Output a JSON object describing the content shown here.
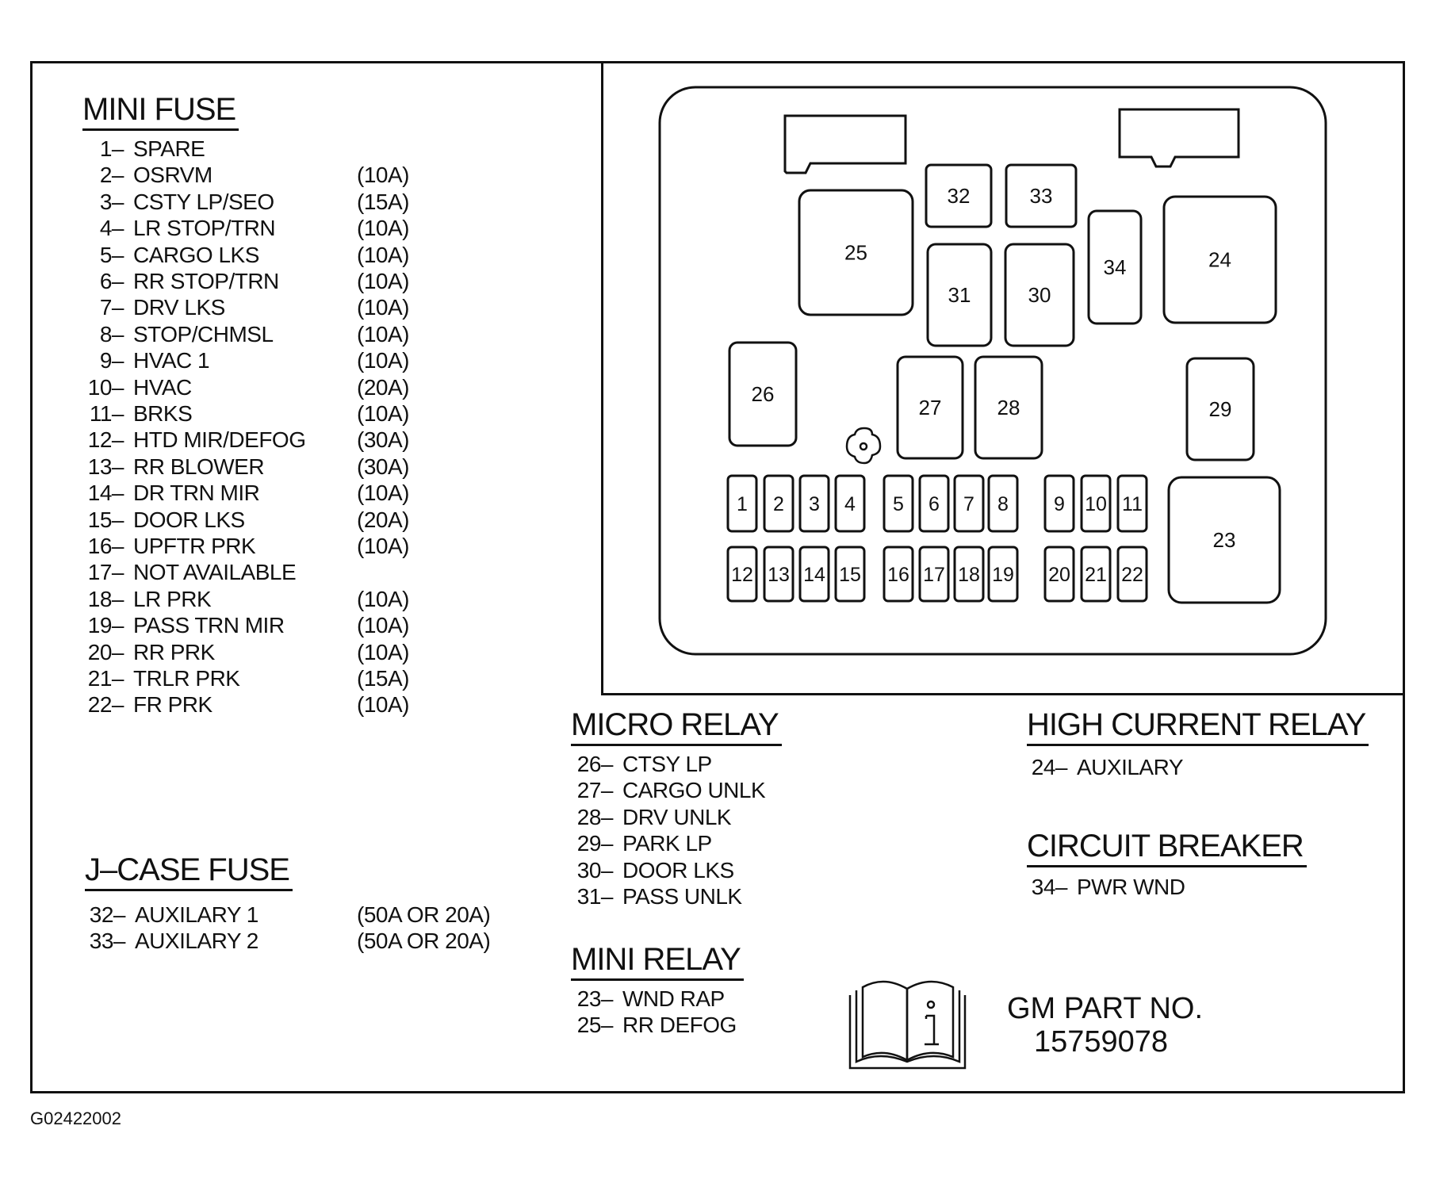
{
  "mini_fuse": {
    "title": "MINI FUSE",
    "items": [
      {
        "num": "1–",
        "name": "SPARE",
        "rating": ""
      },
      {
        "num": "2–",
        "name": "OSRVM",
        "rating": "(10A)"
      },
      {
        "num": "3–",
        "name": "CSTY LP/SEO",
        "rating": "(15A)"
      },
      {
        "num": "4–",
        "name": "LR STOP/TRN",
        "rating": "(10A)"
      },
      {
        "num": "5–",
        "name": "CARGO LKS",
        "rating": "(10A)"
      },
      {
        "num": "6–",
        "name": "RR STOP/TRN",
        "rating": "(10A)"
      },
      {
        "num": "7–",
        "name": "DRV LKS",
        "rating": "(10A)"
      },
      {
        "num": "8–",
        "name": "STOP/CHMSL",
        "rating": "(10A)"
      },
      {
        "num": "9–",
        "name": "HVAC 1",
        "rating": "(10A)"
      },
      {
        "num": "10–",
        "name": "HVAC",
        "rating": "(20A)"
      },
      {
        "num": "11–",
        "name": "BRKS",
        "rating": "(10A)"
      },
      {
        "num": "12–",
        "name": "HTD MIR/DEFOG",
        "rating": "(30A)"
      },
      {
        "num": "13–",
        "name": "RR BLOWER",
        "rating": "(30A)"
      },
      {
        "num": "14–",
        "name": "DR TRN MIR",
        "rating": "(10A)"
      },
      {
        "num": "15–",
        "name": "DOOR LKS",
        "rating": "(20A)"
      },
      {
        "num": "16–",
        "name": "UPFTR PRK",
        "rating": "(10A)"
      },
      {
        "num": "17–",
        "name": "NOT AVAILABLE",
        "rating": ""
      },
      {
        "num": "18–",
        "name": "LR PRK",
        "rating": "(10A)"
      },
      {
        "num": "19–",
        "name": "PASS TRN MIR",
        "rating": "(10A)"
      },
      {
        "num": "20–",
        "name": "RR PRK",
        "rating": "(10A)"
      },
      {
        "num": "21–",
        "name": "TRLR PRK",
        "rating": "(15A)"
      },
      {
        "num": "22–",
        "name": "FR PRK",
        "rating": "(10A)"
      }
    ]
  },
  "j_case_fuse": {
    "title": "J–CASE FUSE",
    "items": [
      {
        "num": "32–",
        "name": "AUXILARY 1",
        "rating": "(50A OR 20A)"
      },
      {
        "num": "33–",
        "name": "AUXILARY 2",
        "rating": "(50A OR 20A)"
      }
    ]
  },
  "micro_relay": {
    "title": "MICRO RELAY",
    "items": [
      {
        "num": "26–",
        "name": "CTSY LP"
      },
      {
        "num": "27–",
        "name": "CARGO UNLK"
      },
      {
        "num": "28–",
        "name": "DRV UNLK"
      },
      {
        "num": "29–",
        "name": "PARK LP"
      },
      {
        "num": "30–",
        "name": "DOOR LKS"
      },
      {
        "num": "31–",
        "name": "PASS UNLK"
      }
    ]
  },
  "mini_relay": {
    "title": "MINI RELAY",
    "items": [
      {
        "num": "23–",
        "name": "WND RAP"
      },
      {
        "num": "25–",
        "name": "RR DEFOG"
      }
    ]
  },
  "high_current_relay": {
    "title": "HIGH CURRENT RELAY",
    "items": [
      {
        "num": "24–",
        "name": "AUXILARY"
      }
    ]
  },
  "circuit_breaker": {
    "title": "CIRCUIT BREAKER",
    "items": [
      {
        "num": "34–",
        "name": "PWR WND"
      }
    ]
  },
  "part": {
    "label": "GM PART NO.",
    "number": "15759078"
  },
  "figure_id": "G02422002",
  "fuse_box": {
    "slots": [
      "1",
      "2",
      "3",
      "4",
      "5",
      "6",
      "7",
      "8",
      "9",
      "10",
      "11",
      "12",
      "13",
      "14",
      "15",
      "16",
      "17",
      "18",
      "19",
      "20",
      "21",
      "22",
      "23",
      "24",
      "25",
      "26",
      "27",
      "28",
      "29",
      "30",
      "31",
      "32",
      "33",
      "34"
    ]
  }
}
